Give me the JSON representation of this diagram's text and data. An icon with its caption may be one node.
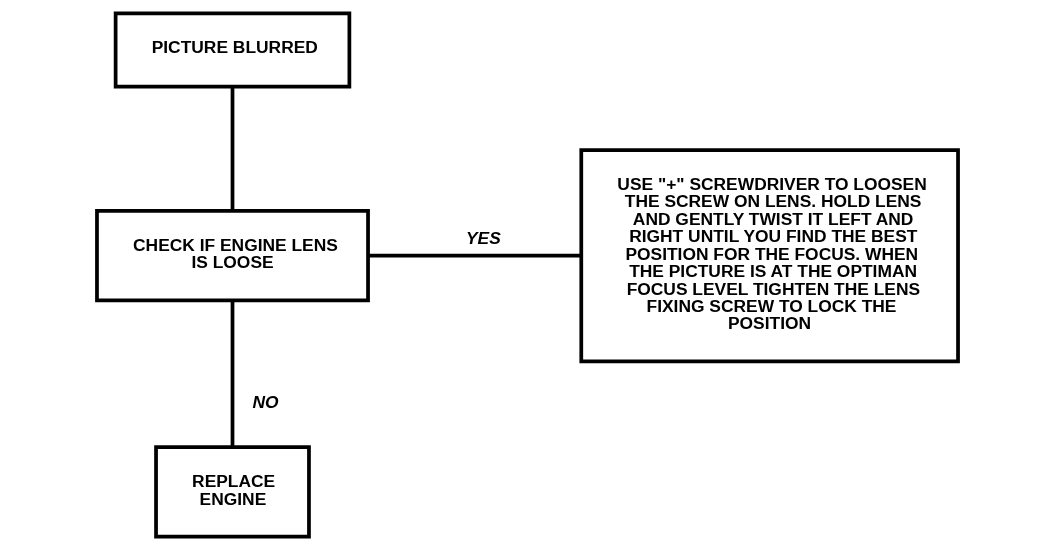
{
  "diagram": {
    "nodes": [
      {
        "text": [
          "PICTURE BLURRED"
        ]
      },
      {
        "text": [
          "CHECK IF ENGINE LENS IS LOOSE"
        ]
      },
      {
        "text": [
          "REPLACE ENGINE"
        ]
      },
      {
        "text": [
          "USE \"+\" SCREWDRIVER TO LOOSEN THE SCREW ON LENS. HOLD LENS AND GENTLY TWIST IT LEFT AND RIGHT UNTIL YOU FIND THE BEST POSITION FOR THE FOCUS. WHEN THE PICTURE IS AT THE OPTIMAN FOCUS LEVEL TIGHTEN THE LENS FIXING SCREW TO LOCK THE POSITION"
        ]
      }
    ],
    "edges": [
      {
        "from": 0,
        "to": 1,
        "arrow": "none"
      },
      {
        "from": 1,
        "to": 3,
        "arrow": "none",
        "label": "YES"
      },
      {
        "from": 1,
        "to": 2,
        "arrow": "none",
        "label": "NO"
      }
    ]
  }
}
